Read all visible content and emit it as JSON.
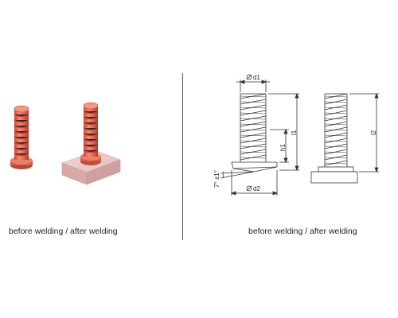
{
  "left": {
    "caption": "before welding  / after welding",
    "stud_color": "#e8705a",
    "plate_color": "#e6c0c0"
  },
  "right": {
    "caption": "before welding  / after welding",
    "labels": {
      "d1": "d1",
      "d2": "d2",
      "h1": "h1",
      "l1": "l1",
      "l2": "l2",
      "angle": "7° ±1°"
    }
  }
}
